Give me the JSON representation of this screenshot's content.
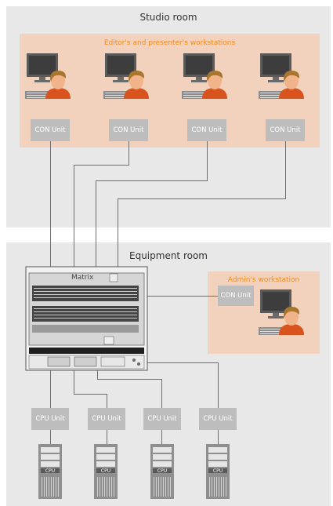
{
  "studio_room": {
    "title": "Studio room",
    "workstations_label": "Editor's and presenter's workstations",
    "con_units": [
      "CON Unit",
      "CON Unit",
      "CON Unit",
      "CON Unit"
    ]
  },
  "equipment_room": {
    "title": "Equipment room",
    "matrix_label": "Matrix",
    "admin_label": "Admin's workstation",
    "admin_con_unit": "CON Unit",
    "cpu_units": [
      "CPU Unit",
      "CPU Unit",
      "CPU Unit",
      "CPU Unit"
    ],
    "server_label": "CPU"
  },
  "colors": {
    "room_bg": "#e8e8e8",
    "workstation_bg": "#f3d2bd",
    "accent_orange": "#f08a1f",
    "unit_gray": "#bdbdbd"
  }
}
